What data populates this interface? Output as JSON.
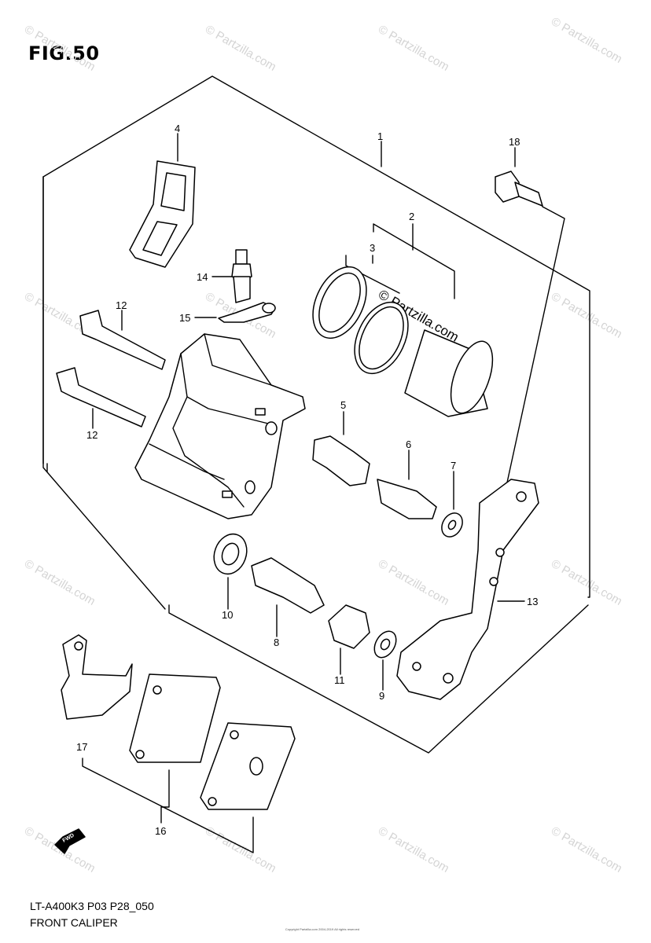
{
  "figure": {
    "title": "FIG.50",
    "model_code": "LT-A400K3 P03 P28_050",
    "name": "FRONT CALIPER",
    "copyright": "Copyright Partzilla.com 2004-2019 All rights reserved"
  },
  "watermark": {
    "text": "© Partzilla.com",
    "center_text": "© Partzilla.com"
  },
  "callouts": {
    "c1": "1",
    "c2": "2",
    "c3": "3",
    "c4": "4",
    "c5": "5",
    "c6": "6",
    "c7": "7",
    "c8": "8",
    "c9": "9",
    "c10": "10",
    "c11": "11",
    "c12a": "12",
    "c12b": "12",
    "c13": "13",
    "c14": "14",
    "c15": "15",
    "c16": "16",
    "c17": "17",
    "c18": "18"
  },
  "badge": {
    "fwd": "FWD"
  },
  "icons": [
    "fwd-arrow-icon"
  ]
}
